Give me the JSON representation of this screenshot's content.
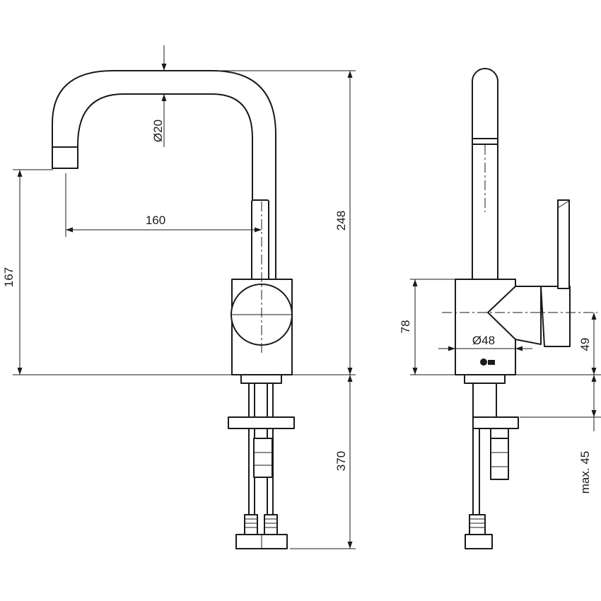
{
  "dimensions": {
    "spout_diameter": "Ø20",
    "spout_reach": "160",
    "spout_height": "167",
    "total_height": "248",
    "under_counter_length": "370",
    "body_height": "78",
    "body_diameter": "Ø48",
    "lever_center_height": "49",
    "max_counter_thickness": "max. 45"
  }
}
